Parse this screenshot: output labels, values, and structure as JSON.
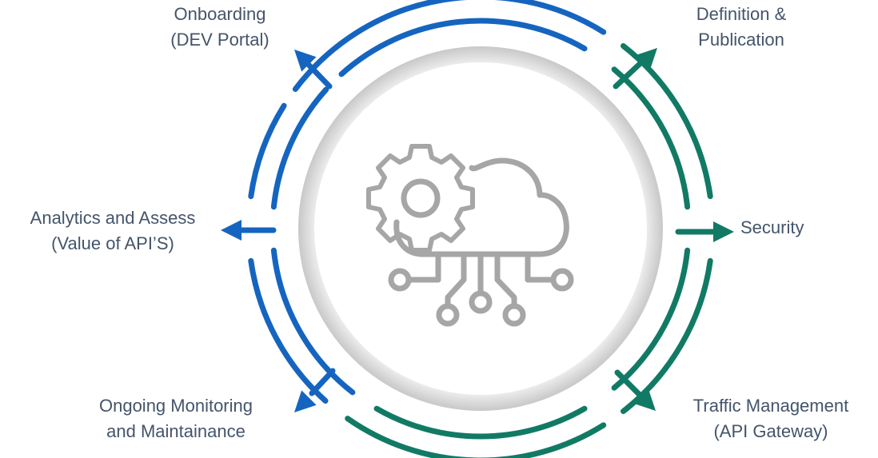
{
  "colors": {
    "blue": "#1565c0",
    "teal": "#117a65",
    "text": "#44546a",
    "icon": "#a6a6a6"
  },
  "center_icon": "cloud-gear-circuit-icon",
  "stages": [
    {
      "id": "onboarding",
      "line1": "Onboarding",
      "line2": "(DEV Portal)",
      "color": "blue"
    },
    {
      "id": "definition",
      "line1": "Definition &",
      "line2": "Publication",
      "color": "teal"
    },
    {
      "id": "security",
      "line1": "Security",
      "line2": "",
      "color": "teal"
    },
    {
      "id": "traffic",
      "line1": "Traffic Management",
      "line2": "(API Gateway)",
      "color": "teal"
    },
    {
      "id": "monitoring",
      "line1": "Ongoing Monitoring",
      "line2": "and Maintainance",
      "color": "blue"
    },
    {
      "id": "analytics",
      "line1": "Analytics and Assess",
      "line2": "(Value of API’S)",
      "color": "blue"
    }
  ]
}
